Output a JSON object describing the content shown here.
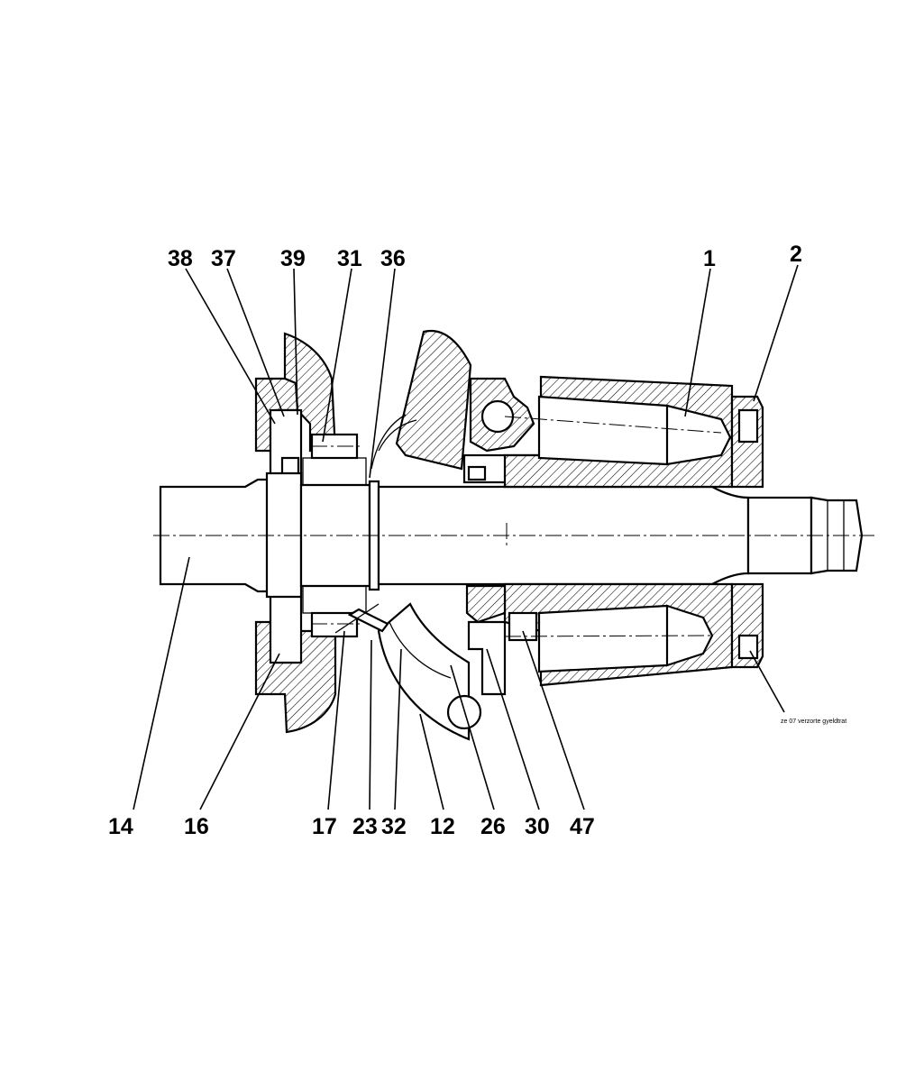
{
  "callouts_top": [
    "38",
    "37",
    "39",
    "31",
    "36",
    "1",
    "2"
  ],
  "callouts_bottom": [
    "14",
    "16",
    "17",
    "23",
    "32",
    "12",
    "26",
    "30",
    "47"
  ],
  "note": "ze 07 verzorte gyeldtrat"
}
